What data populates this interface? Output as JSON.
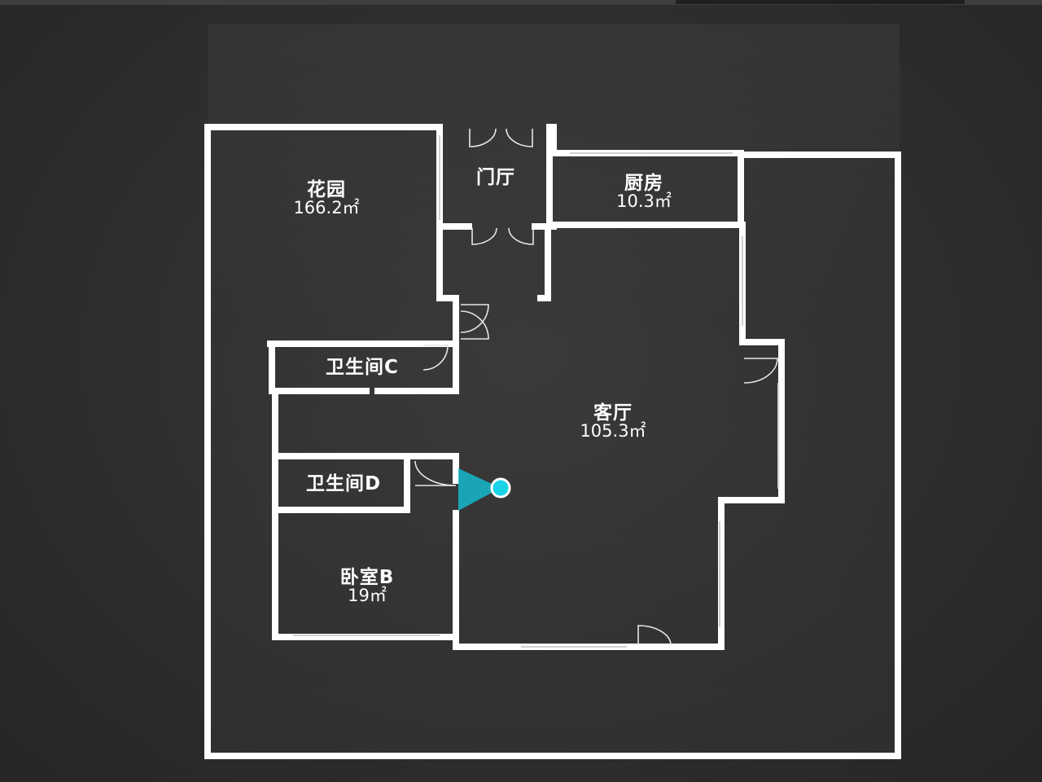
{
  "floorplan": {
    "rooms": [
      {
        "id": "garden",
        "name": "花园",
        "area": "166.2㎡"
      },
      {
        "id": "foyer",
        "name": "门厅",
        "area": ""
      },
      {
        "id": "kitchen",
        "name": "厨房",
        "area": "10.3㎡"
      },
      {
        "id": "bathroom_c",
        "name": "卫生间C",
        "area": ""
      },
      {
        "id": "living",
        "name": "客厅",
        "area": "105.3㎡"
      },
      {
        "id": "bathroom_d",
        "name": "卫生间D",
        "area": ""
      },
      {
        "id": "bedroom_b",
        "name": "卧室B",
        "area": "19㎡"
      }
    ],
    "colors": {
      "wall": "#ffffff",
      "viewer_marker": "#19d3e6",
      "viewer_cone": "#14b9cc",
      "background": "#2b2b2b"
    },
    "icons": {
      "viewer": "current-position-marker-icon",
      "doors": "door-swing-icon"
    }
  }
}
